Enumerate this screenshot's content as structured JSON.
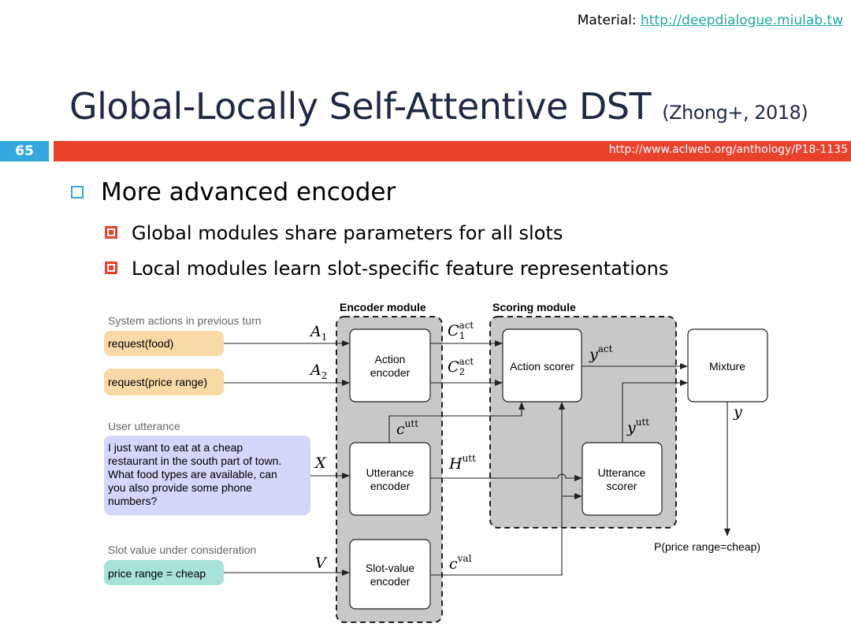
{
  "header": {
    "material_prefix": "Material:",
    "material_link": "http://deepdialogue.miulab.tw",
    "title": "Global-Locally Self-Attentive DST",
    "title_cite": "(Zhong+, 2018)",
    "slide_number": "65",
    "reference_url": "http://www.aclweb.org/anthology/P18-1135"
  },
  "bullets": {
    "main": "More advanced encoder",
    "sub": [
      "Global modules share parameters for all slots",
      "Local modules learn slot-specific feature representations"
    ]
  },
  "diagram": {
    "encoder_module": "Encoder module",
    "scoring_module": "Scoring module",
    "sys_actions_label": "System actions in previous turn",
    "action1": "request(food)",
    "action2": "request(price range)",
    "user_utt_label": "User utterance",
    "utterance": [
      "I just want to eat at a cheap",
      "restaurant in the south part of town.",
      "What food types are available, can",
      "you also provide some phone",
      "numbers?"
    ],
    "slot_value_label": "Slot value under consideration",
    "slot_value": "price range = cheap",
    "action_encoder": [
      "Action",
      "encoder"
    ],
    "utterance_encoder": [
      "Utterance",
      "encoder"
    ],
    "slot_value_encoder": [
      "Slot-value",
      "encoder"
    ],
    "action_scorer": "Action scorer",
    "utterance_scorer": [
      "Utterance",
      "scorer"
    ],
    "mixture": "Mixture",
    "output": "P(price range=cheap)",
    "sym_A": "A",
    "sub_1": "1",
    "sub_2": "2",
    "sym_X": "X",
    "sym_V": "V",
    "sym_C": "C",
    "sym_c": "c",
    "sym_H": "H",
    "sym_y": "y",
    "sup_act": "act",
    "sup_utt": "utt",
    "sup_val": "val"
  },
  "colors": {
    "accent_blue": "#35a8e0",
    "accent_red": "#e8412c",
    "title_navy": "#1e2a44",
    "orange_input": "#f9d9a6",
    "purple_input": "#d4d6fa",
    "teal_input": "#a7e3d8",
    "module_gray": "#c8c8c8"
  }
}
